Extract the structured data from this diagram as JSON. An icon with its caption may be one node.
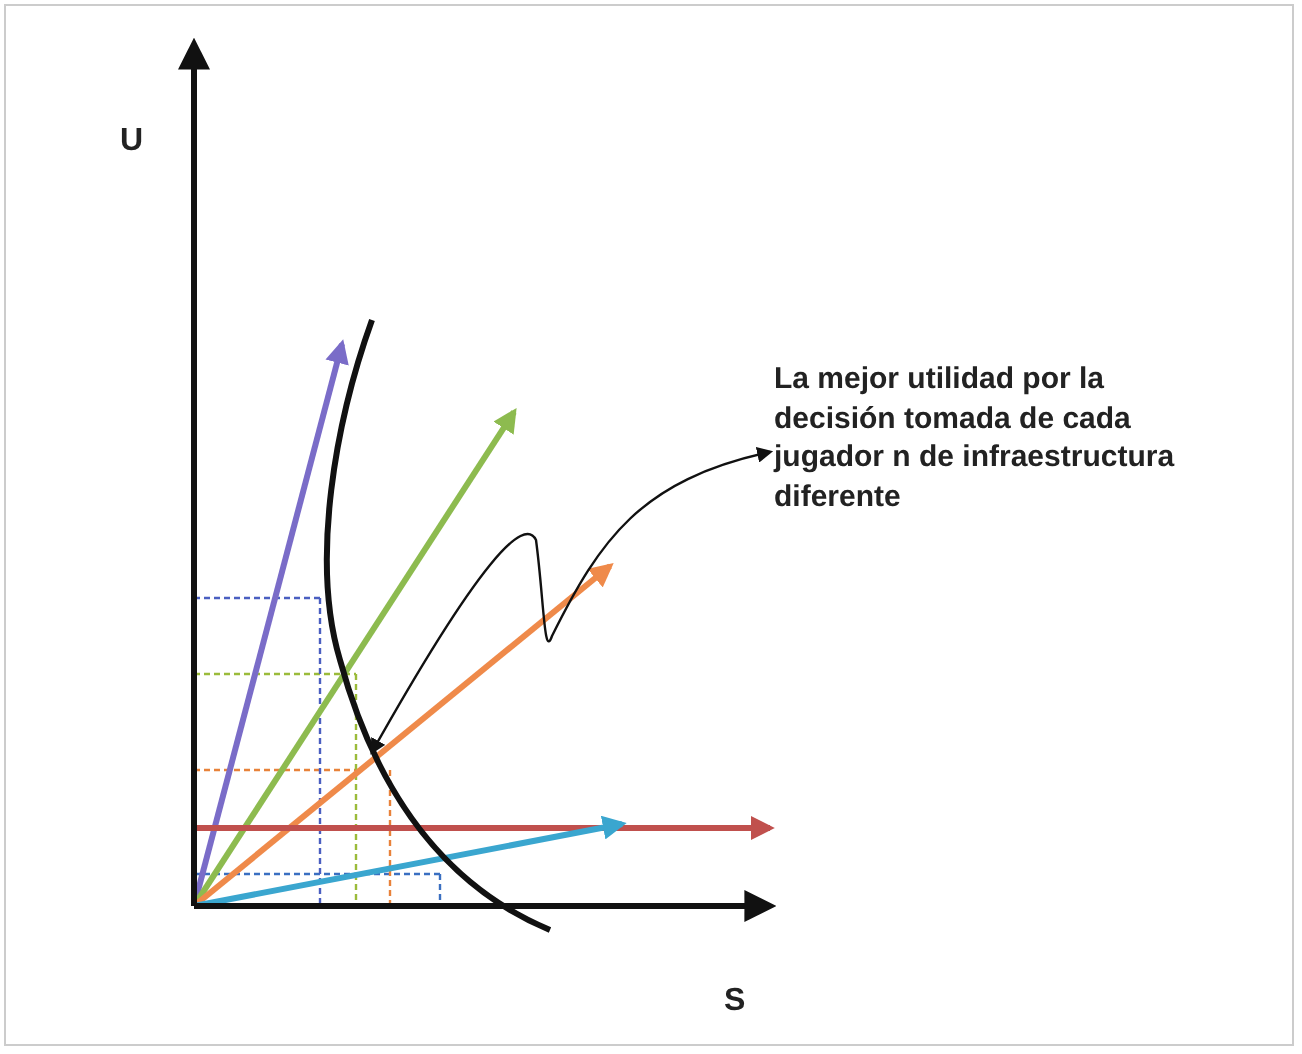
{
  "diagram": {
    "nodes": [
      {
        "text": [
          "La mejor utilidad por la decisión tomada de cada jugador  n de infraestructura diferente"
        ]
      },
      {
        "text": [],
        "shape": "curve"
      }
    ],
    "edges": [
      {
        "from": 0,
        "to": 1,
        "arrow": "both"
      }
    ],
    "labels": [
      "U",
      "S"
    ]
  }
}
